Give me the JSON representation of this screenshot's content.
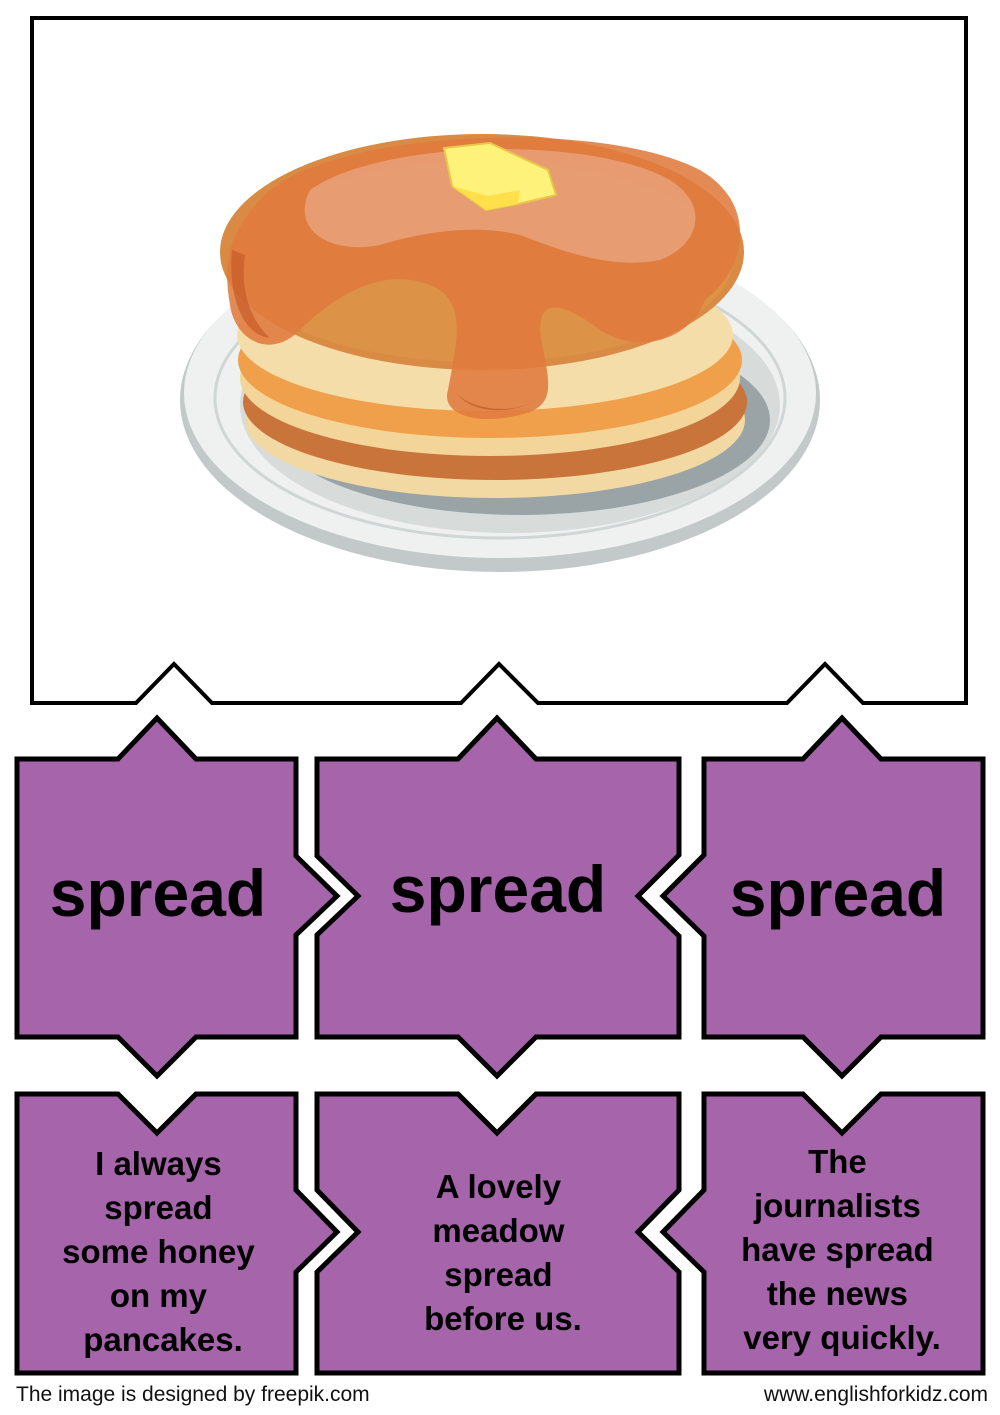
{
  "picture": {
    "subject": "pancakes-icon"
  },
  "cards": [
    {
      "word": "spread",
      "sentence": [
        "I always",
        "spread",
        "some honey",
        "on my",
        "pancakes."
      ]
    },
    {
      "word": "spread",
      "sentence": [
        "A lovely",
        "meadow",
        "spread",
        "before us."
      ]
    },
    {
      "word": "spread",
      "sentence": [
        "The",
        "journalists",
        "have spread",
        "the news",
        "very quickly."
      ]
    }
  ],
  "footer": {
    "credit": "The image is designed by freepik.com",
    "website": "www.englishforkidz.com"
  },
  "colors": {
    "card_fill": "#a665aa",
    "outline": "#000000"
  }
}
